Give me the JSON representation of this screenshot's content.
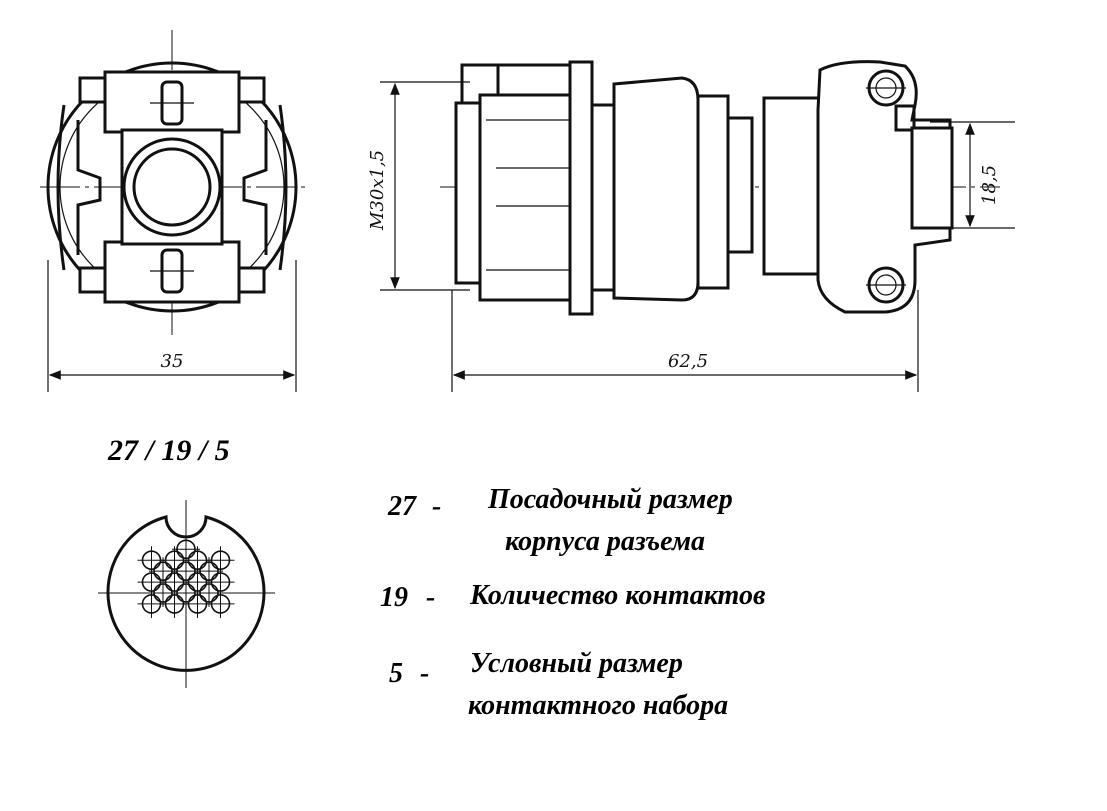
{
  "front_view": {
    "width_dim": "35"
  },
  "side_view": {
    "length_dim": "62,5",
    "thread_dim": "M30x1,5",
    "cable_dim": "18,5"
  },
  "designation": "27 / 19 / 5",
  "legend": [
    {
      "code": "27",
      "dash": "-",
      "lines": [
        "Посадочный размер",
        "корпуса разъема"
      ]
    },
    {
      "code": "19",
      "dash": "-",
      "lines": [
        "Количество контактов"
      ]
    },
    {
      "code": "5",
      "dash": "-",
      "lines": [
        "Условный размер",
        "контактного набора"
      ]
    }
  ]
}
